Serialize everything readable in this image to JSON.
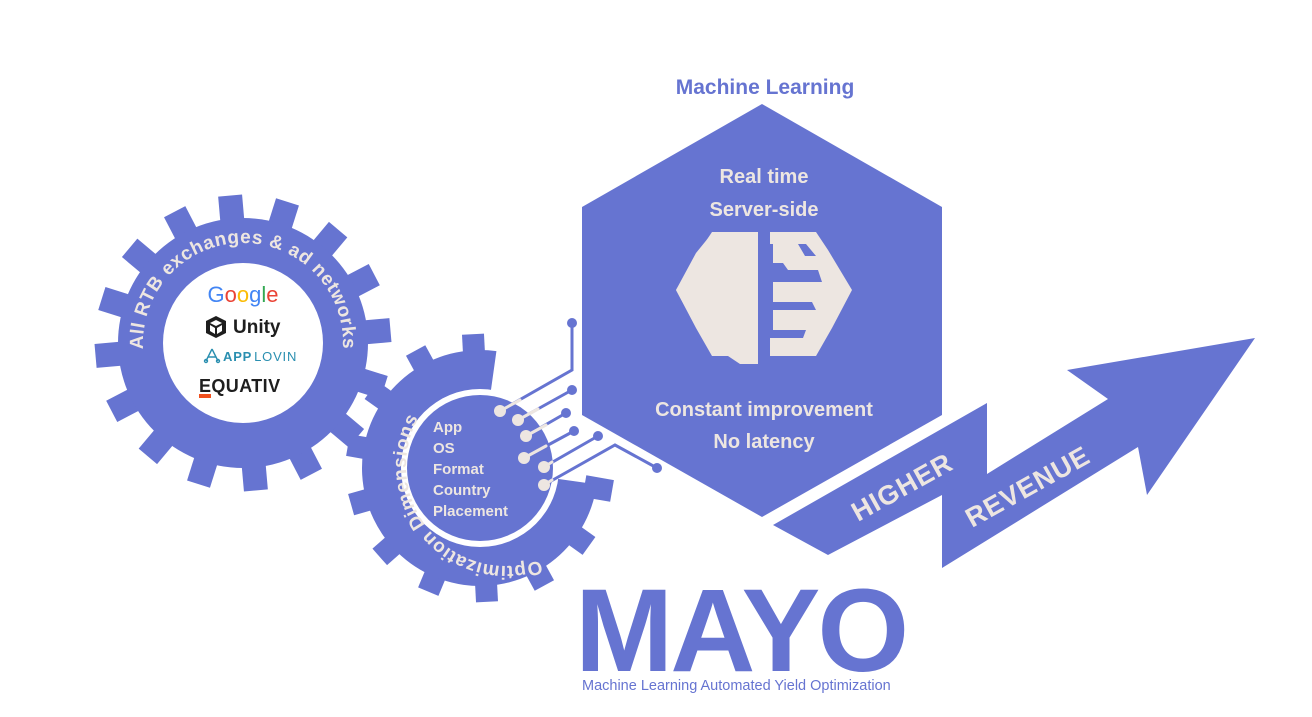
{
  "colors": {
    "accent": "#6674d1",
    "light": "#ede6e1",
    "background": "#ffffff",
    "google_blue": "#4285f4",
    "google_red": "#ea4335",
    "google_yellow": "#fbbc05",
    "google_green": "#34a853",
    "applovin_teal": "#2a8fb0",
    "equativ_orange": "#f0501e",
    "dark": "#1e1e1e"
  },
  "exchanges_gear": {
    "ring_label": "All RTB exchanges & ad networks",
    "partners": [
      {
        "name": "Google",
        "icon": "google-logo"
      },
      {
        "name": "Unity",
        "icon": "unity-cube-icon"
      },
      {
        "name_bold": "APP",
        "name_light": "LOVIN",
        "icon": "applovin-triangle-icon"
      },
      {
        "name": "EQUATIV",
        "icon": "equativ-logo"
      }
    ]
  },
  "dimensions_gear": {
    "ring_label": "Optimization Dimensions",
    "items": [
      "App",
      "OS",
      "Format",
      "Country",
      "Placement"
    ]
  },
  "machine_learning": {
    "title": "Machine Learning",
    "top_lines": [
      "Real time",
      "Server-side"
    ],
    "bottom_lines": [
      "Constant improvement",
      "No latency"
    ],
    "icon": "brain-icon"
  },
  "arrow": {
    "segment1": "HIGHER",
    "segment2": "REVENUE",
    "icon": "trend-up-arrow"
  },
  "brand": {
    "wordmark": "MAYO",
    "tagline": "Machine Learning Automated Yield Optimization"
  }
}
